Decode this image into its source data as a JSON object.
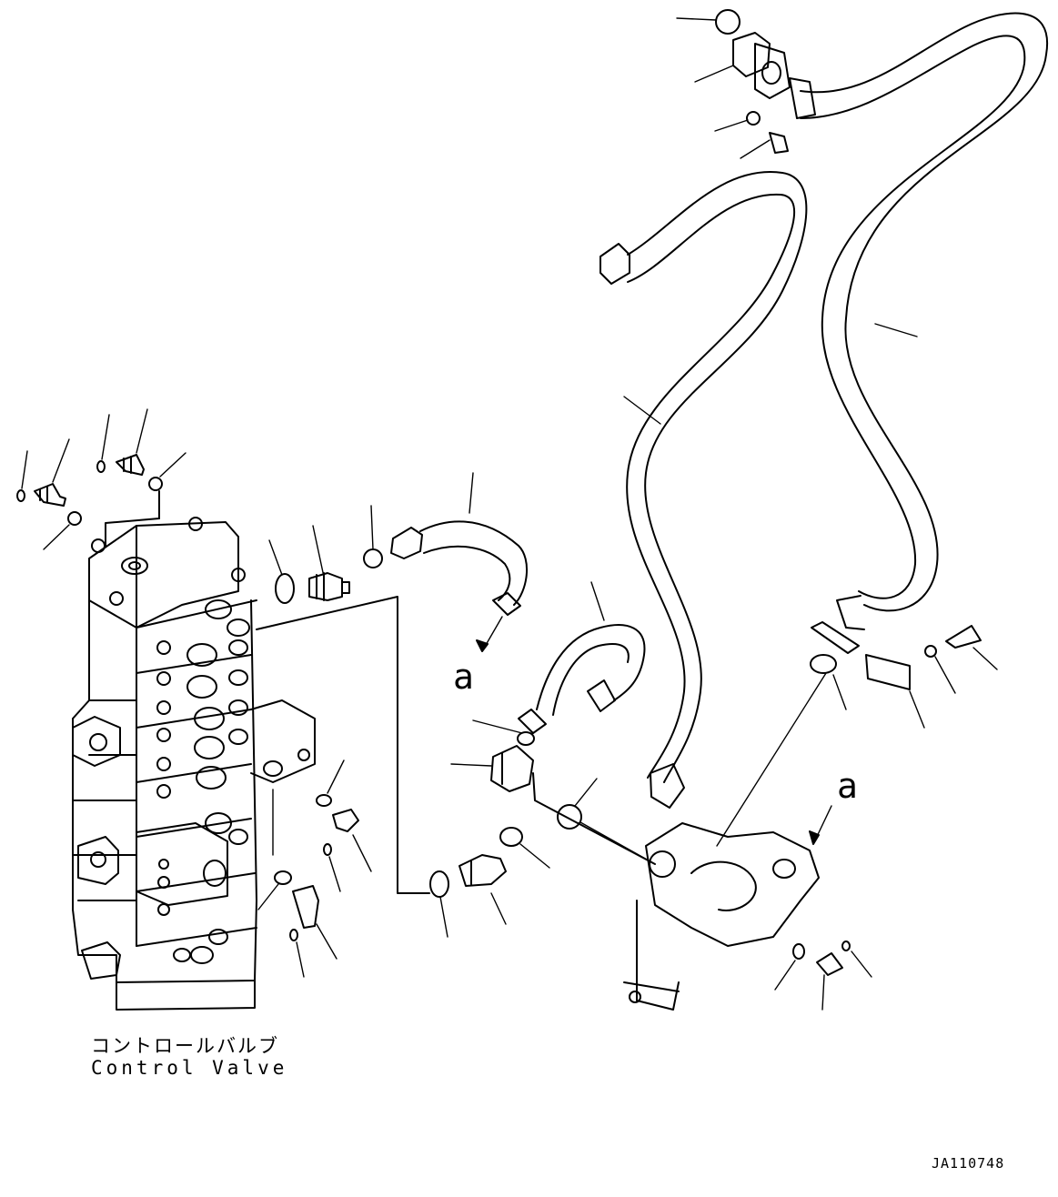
{
  "labels": {
    "ref_a_left": "a",
    "ref_a_right": "a",
    "control_valve_jp": "コントロールバルブ",
    "control_valve_en": "Control Valve",
    "drawing_id": "JA110748"
  },
  "colors": {
    "line": "#000000",
    "background": "#ffffff"
  }
}
